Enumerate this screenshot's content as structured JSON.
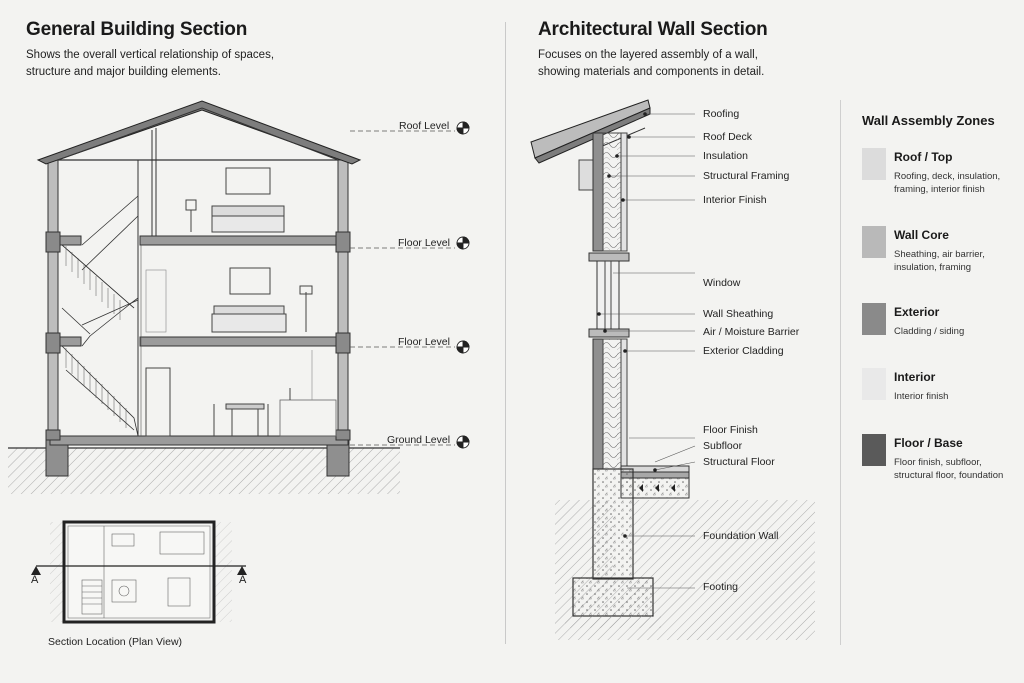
{
  "left": {
    "title": "General Building Section",
    "description_line1": "Shows the overall vertical relationship of spaces,",
    "description_line2": "structure and major building elements.",
    "levels": [
      "Roof Level",
      "Floor Level",
      "Floor Level",
      "Ground Level"
    ],
    "plan_caption": "Section Location (Plan View)",
    "section_marker": "A"
  },
  "right": {
    "title": "Architectural Wall Section",
    "description_line1": "Focuses on the layered assembly of a wall,",
    "description_line2": "showing materials and components in detail.",
    "callouts": [
      "Roofing",
      "Roof Deck",
      "Insulation",
      "Structural Framing",
      "Interior Finish",
      "Window",
      "Wall Sheathing",
      "Air / Moisture Barrier",
      "Exterior Cladding",
      "Floor Finish",
      "Subfloor",
      "Structural Floor",
      "Foundation Wall",
      "Footing"
    ]
  },
  "zones": {
    "title": "Wall Assembly Zones",
    "items": [
      {
        "name": "Roof / Top",
        "desc1": "Roofing, deck, insulation,",
        "desc2": "framing, interior finish",
        "color": "#dcdcdc"
      },
      {
        "name": "Wall Core",
        "desc1": "Sheathing, air barrier,",
        "desc2": "insulation, framing",
        "color": "#b9b9b9"
      },
      {
        "name": "Exterior",
        "desc1": "Cladding / siding",
        "desc2": "",
        "color": "#8a8a8a"
      },
      {
        "name": "Interior",
        "desc1": "Interior finish",
        "desc2": "",
        "color": "#e9e9e9"
      },
      {
        "name": "Floor / Base",
        "desc1": "Floor finish, subfloor,",
        "desc2": "structural floor, foundation",
        "color": "#5a5a5a"
      }
    ]
  }
}
